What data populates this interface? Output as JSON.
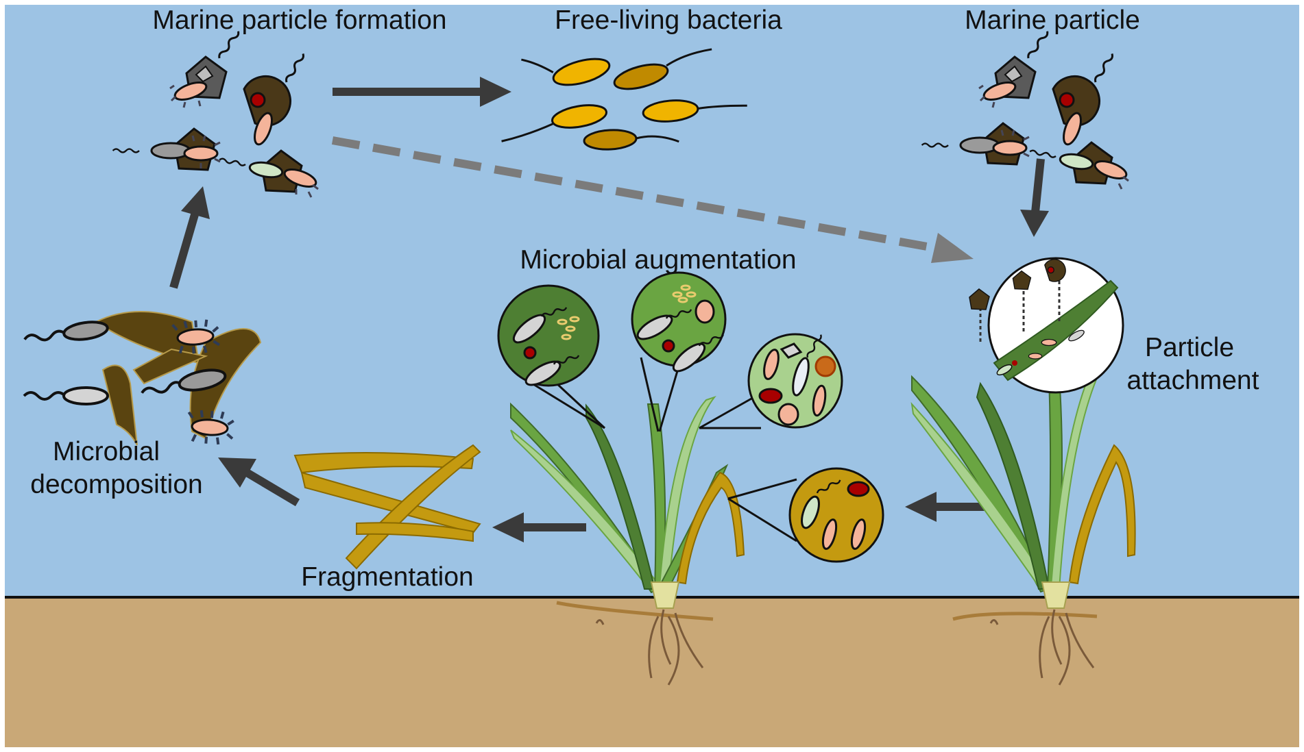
{
  "labels": {
    "marine_particle_formation": "Marine particle formation",
    "free_living_bacteria": "Free-living bacteria",
    "marine_particle": "Marine particle",
    "microbial_augmentation": "Microbial augmentation",
    "particle_attachment_line1": "Particle",
    "particle_attachment_line2": "attachment",
    "microbial_decomposition_line1": "Microbial",
    "microbial_decomposition_line2": "decomposition",
    "fragmentation": "Fragmentation"
  },
  "colors": {
    "water": "#9dc3e4",
    "sediment": "#c9a877",
    "seagrass_dark": "#4e7f33",
    "seagrass_mid": "#6aa542",
    "seagrass_light": "#a9d18e",
    "senescent": "#c49a10",
    "detritus": "#5a4410",
    "particle": "#4a3818",
    "bacterium_pink": "#f4b49a",
    "free_bacterium_gold": "#f0b400",
    "free_bacterium_brown": "#c08a00",
    "arrow": "#3a3a3a",
    "arrow_dashed": "#7b7b7b"
  }
}
